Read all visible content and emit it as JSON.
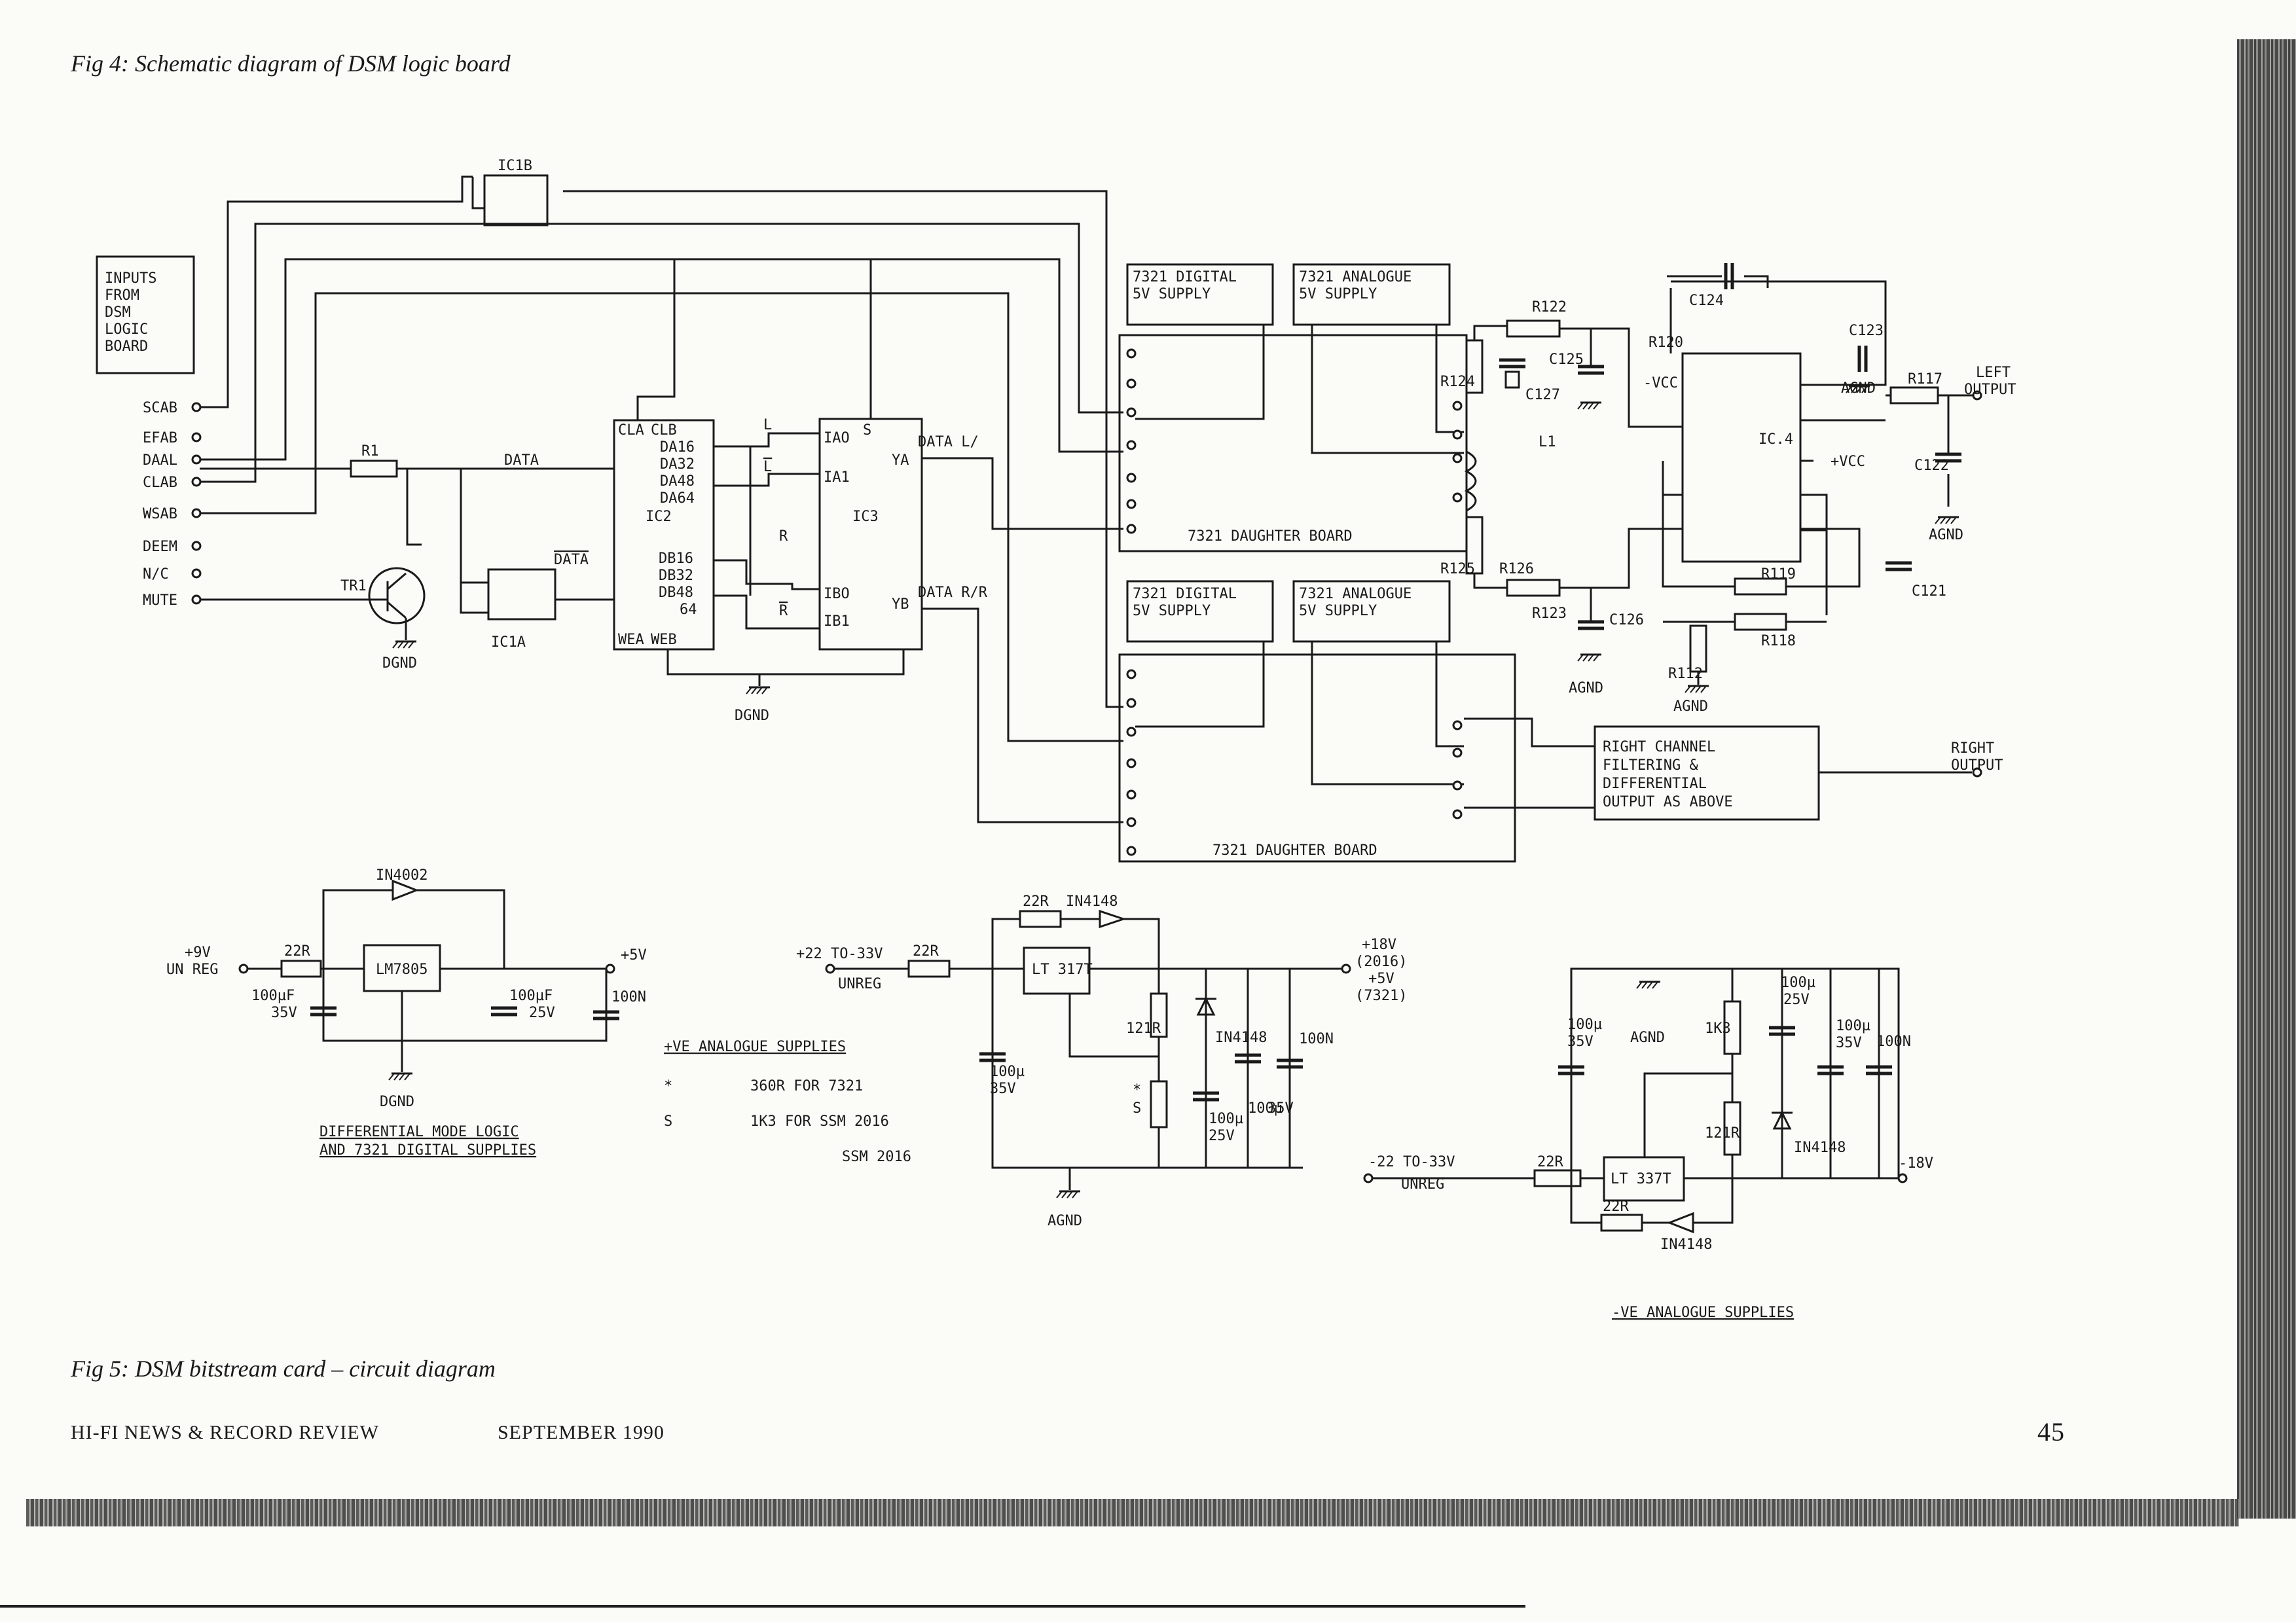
{
  "captions": {
    "fig4": "Fig 4: Schematic diagram of DSM logic board",
    "fig5": "Fig 5: DSM bitstream card – circuit diagram"
  },
  "footer": {
    "magazine": "HI-FI NEWS & RECORD REVIEW",
    "date": "SEPTEMBER 1990",
    "page": "45"
  },
  "inputs_box": [
    "INPUTS",
    "FROM",
    "DSM",
    "LOGIC",
    "BOARD"
  ],
  "input_pins": [
    "SCAB",
    "EFAB",
    "DAAL",
    "CLAB",
    "WSAB",
    "DEEM",
    "N/C",
    "MUTE"
  ],
  "components": {
    "ic1b": "IC1B",
    "ic1a": "IC1A",
    "ic2": "IC2",
    "ic3": "IC3",
    "ic4": "IC.4",
    "r1": "R1",
    "tr1": "TR1",
    "dgnd": "DGND",
    "agnd": "AGND",
    "r117": "R117",
    "r118": "R118",
    "r119": "R119",
    "r120": "R120",
    "r122": "R122",
    "r123": "R123",
    "r124": "R124",
    "r125": "R125",
    "r126": "R126",
    "r112": "R112",
    "c121": "C121",
    "c122": "C122",
    "c123": "C123",
    "c124": "C124",
    "c125": "C125",
    "c126": "C126",
    "c127": "C127",
    "l1": "L1",
    "vcc_pos": "+VCC",
    "vcc_neg": "-VCC"
  },
  "signals": {
    "data": "DATA",
    "data_bar": "DATA",
    "data_l": "DATA L/",
    "data_r": "DATA R/R",
    "l": "L",
    "r": "R"
  },
  "ic2_pins": [
    "CLA",
    "CLB",
    "DA16",
    "DA32",
    "DA48",
    "DA64",
    "DB16",
    "DB32",
    "DB48",
    "64",
    "WEA",
    "WEB"
  ],
  "ic3_pins": [
    "IAO",
    "IA1",
    "IBO",
    "IB1",
    "S",
    "YA",
    "YB"
  ],
  "boards": {
    "digital_supply": [
      "7321 DIGITAL",
      "5V SUPPLY"
    ],
    "analogue_supply": [
      "7321 ANALOGUE",
      "5V SUPPLY"
    ],
    "daughter": "7321 DAUGHTER BOARD",
    "right_channel": [
      "RIGHT CHANNEL",
      "FILTERING &",
      "DIFFERENTIAL",
      "OUTPUT AS ABOVE"
    ],
    "left_output": [
      "LEFT",
      "OUTPUT"
    ],
    "right_output": [
      "RIGHT",
      "OUTPUT"
    ]
  },
  "supplies": {
    "digital": {
      "diode": "IN4002",
      "in_label": [
        "+9V",
        "UN REG"
      ],
      "resistor": "22R",
      "regulator": "LM7805",
      "c_in": [
        "100µF",
        "35V"
      ],
      "c_out": [
        "100µF",
        "25V"
      ],
      "c_n": "100N",
      "out": "+5V",
      "gnd": "DGND",
      "caption": [
        "DIFFERENTIAL MODE LOGIC",
        "AND 7321 DIGITAL SUPPLIES"
      ]
    },
    "pos_analogue": {
      "in_label": [
        "+22 TO-33V",
        "UNREG"
      ],
      "resistor": "22R",
      "fb_resistor": "22R",
      "diode": "IN4148",
      "regulator": "LT 317T",
      "r121": "121R",
      "diode2": "IN4148",
      "star": "*",
      "s": "S",
      "c_in": [
        "100µ",
        "35V"
      ],
      "c_adj": [
        "100µ",
        "25V"
      ],
      "c_out": [
        "100µ",
        "35V"
      ],
      "c_n": "100N",
      "out": [
        "+18V",
        "(2016)",
        "+5V",
        "(7321)"
      ],
      "gnd": "AGND",
      "title": "+VE ANALOGUE SUPPLIES",
      "notes": [
        {
          "key": "*",
          "val": "360R FOR 7321"
        },
        {
          "key": "S",
          "val": "1K3 FOR SSM 2016"
        },
        {
          "key": "",
          "val": "SSM 2016"
        }
      ]
    },
    "neg_analogue": {
      "in_label": [
        "-22 TO-33V",
        "UNREG"
      ],
      "resistor": "22R",
      "fb_resistor": "22R",
      "diode": "IN4148",
      "regulator": "LT 337T",
      "r1k3": "1K3",
      "r121": "121R",
      "diode2": "IN4148",
      "c_in": [
        "100µ",
        "35V"
      ],
      "c_adj": [
        "100µ",
        "25V"
      ],
      "c_out": [
        "100µ",
        "35V"
      ],
      "c_n": "100N",
      "out": "-18V",
      "gnd": "AGND",
      "title": "-VE ANALOGUE SUPPLIES"
    }
  }
}
